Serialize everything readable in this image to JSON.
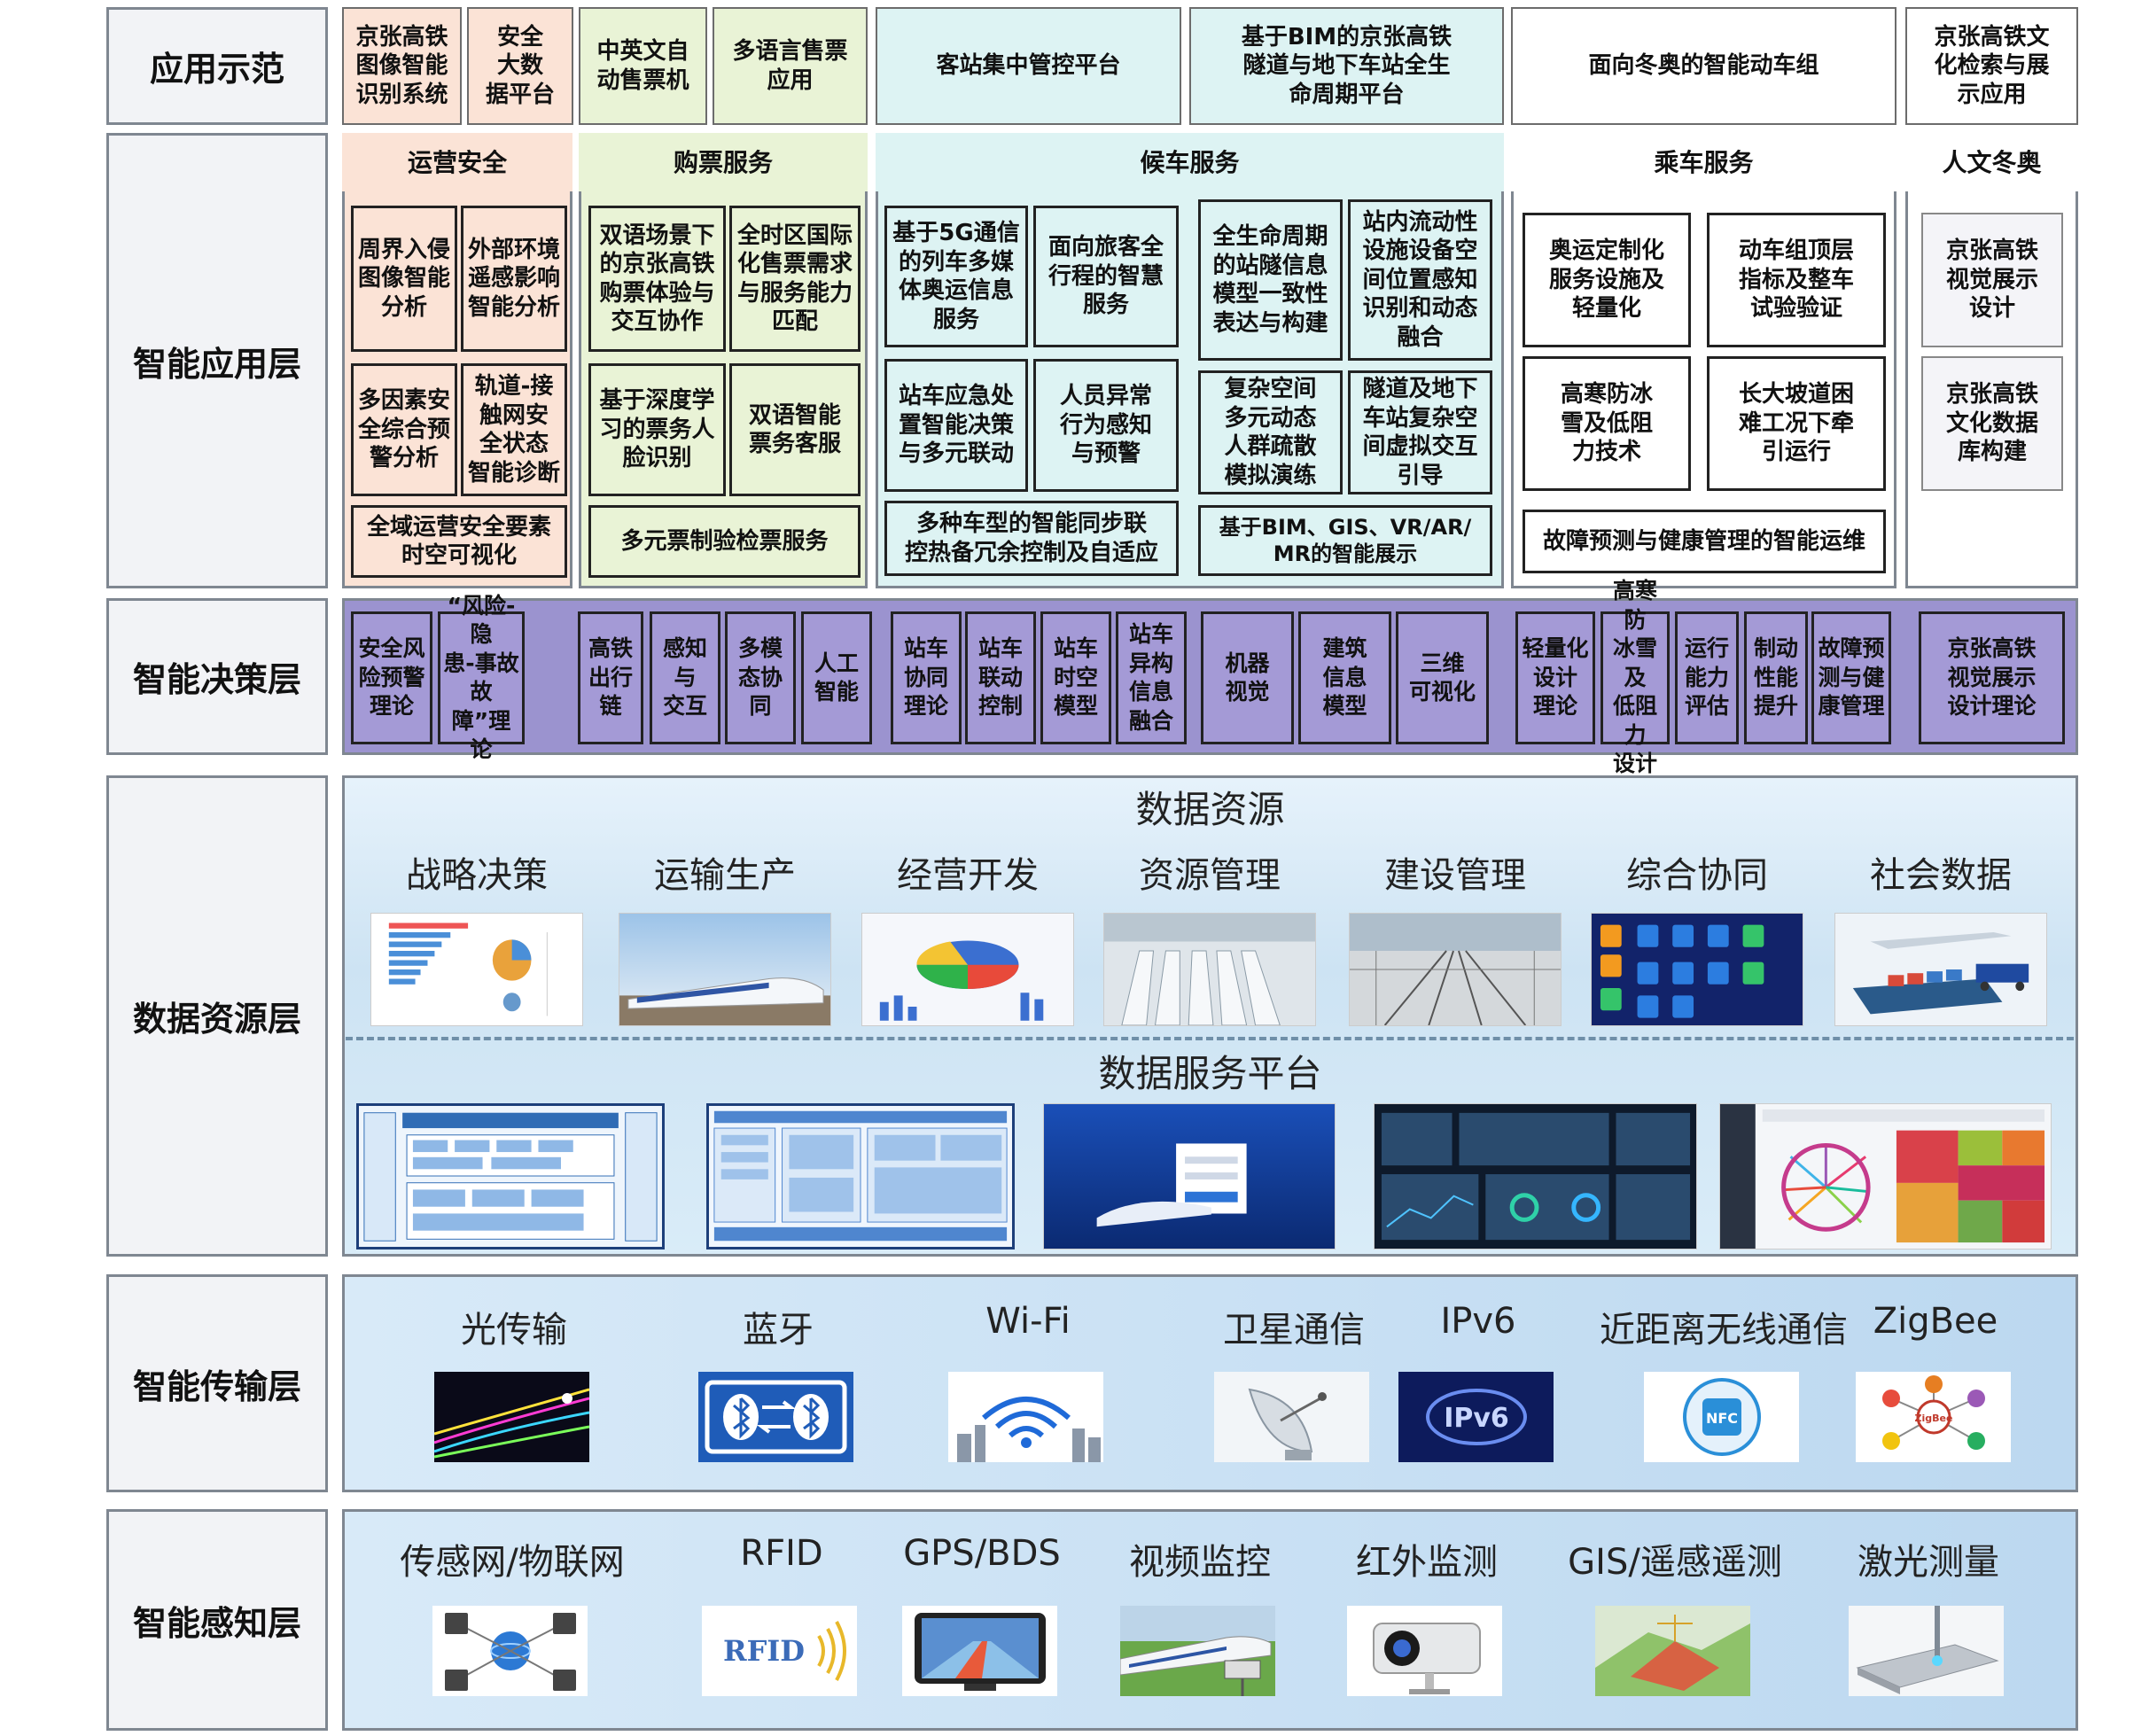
{
  "layers": {
    "application": "应用示范",
    "intelligent_app": "智能应用层",
    "decision": "智能决策层",
    "data_resource": "数据资源层",
    "transmission": "智能传输层",
    "perception": "智能感知层"
  },
  "demo_row": [
    "京张高铁\n图像智能\n识别系统",
    "安全\n大数\n据平台",
    "中英文自\n动售票机",
    "多语言售票\n应用",
    "客站集中管控平台",
    "基于BIM的京张高铁\n隧道与地下车站全生\n命周期平台",
    "面向冬奥的智能动车组",
    "京张高铁文\n化检索与展\n示应用"
  ],
  "app_layer": {
    "ops_safety": {
      "title": "运营安全",
      "items": [
        "周界入侵\n图像智能\n分析",
        "外部环境\n遥感影响\n智能分析",
        "多因素安\n全综合预\n警分析",
        "轨道-接\n触网安\n全状态\n智能诊断",
        "全域运营安全要素\n时空可视化"
      ]
    },
    "ticket": {
      "title": "购票服务",
      "items": [
        "双语场景下\n的京张高铁\n购票体验与\n交互协作",
        "全时区国际\n化售票需求\n与服务能力\n匹配",
        "基于深度学\n习的票务人\n脸识别",
        "双语智能\n票务客服",
        "多元票制验检票服务"
      ]
    },
    "waiting": {
      "title": "候车服务",
      "items": [
        "基于5G通信\n的列车多媒\n体奥运信息\n服务",
        "面向旅客全\n行程的智慧\n服务",
        "站车应急处\n置智能决策\n与多元联动",
        "人员异常\n行为感知\n与预警",
        "多种车型的智能同步联\n控热备冗余控制及自适应",
        "全生命周期\n的站隧信息\n模型一致性\n表达与构建",
        "站内流动性\n设施设备空\n间位置感知\n识别和动态\n融合",
        "复杂空间\n多元动态\n人群疏散\n模拟演练",
        "隧道及地下\n车站复杂空\n间虚拟交互\n引导",
        "基于BIM、GIS、VR/AR/\nMR的智能展示"
      ]
    },
    "riding": {
      "title": "乘车服务",
      "items": [
        "奥运定制化\n服务设施及\n轻量化",
        "动车组顶层\n指标及整车\n试验验证",
        "高寒防冰\n雪及低阻\n力技术",
        "长大坡道困\n难工况下牵\n引运行",
        "故障预测与健康管理的智能运维"
      ]
    },
    "culture": {
      "title": "人文冬奥",
      "items": [
        "京张高铁\n视觉展示\n设计",
        "京张高铁\n文化数据\n库构建"
      ]
    }
  },
  "decision_layer": [
    "安全风\n险预警\n理论",
    "“风险-隐\n患-事故故\n障”理论",
    "高铁\n出行\n链",
    "感知\n与\n交互",
    "多模\n态协\n同",
    "人工\n智能",
    "站车\n协同\n理论",
    "站车\n联动\n控制",
    "站车\n时空\n模型",
    "站车\n异构\n信息\n融合",
    "机器\n视觉",
    "建筑\n信息\n模型",
    "三维\n可视化",
    "轻量化\n设计\n理论",
    "高寒防\n冰雪及\n低阻力\n设计",
    "运行\n能力\n评估",
    "制动\n性能\n提升",
    "故障预\n测与健\n康管理",
    "京张高铁\n视觉展示\n设计理论"
  ],
  "data_layer": {
    "resources_title": "数据资源",
    "categories": [
      "战略决策",
      "运输生产",
      "经营开发",
      "资源管理",
      "建设管理",
      "综合协同",
      "社会数据"
    ],
    "platform_title": "数据服务平台"
  },
  "transmission_layer": [
    "光传输",
    "蓝牙",
    "Wi-Fi",
    "卫星通信",
    "IPv6",
    "近距离无线通信",
    "ZigBee"
  ],
  "perception_layer": [
    "传感网/物联网",
    "RFID",
    "GPS/BDS",
    "视频监控",
    "红外监测",
    "GIS/遥感遥测",
    "激光测量"
  ],
  "icon_text": {
    "ipv6": "IPv6",
    "rfid": "RFID",
    "nfc": "NFC",
    "zigbee": "ZigBee"
  },
  "colors": {
    "salmon": "#fbe3d6",
    "green": "#e9f3d6",
    "cyan": "#ddf3f3",
    "white": "#ffffff",
    "purple": "#9b93cf",
    "blue_panel": "#cde3f3"
  }
}
